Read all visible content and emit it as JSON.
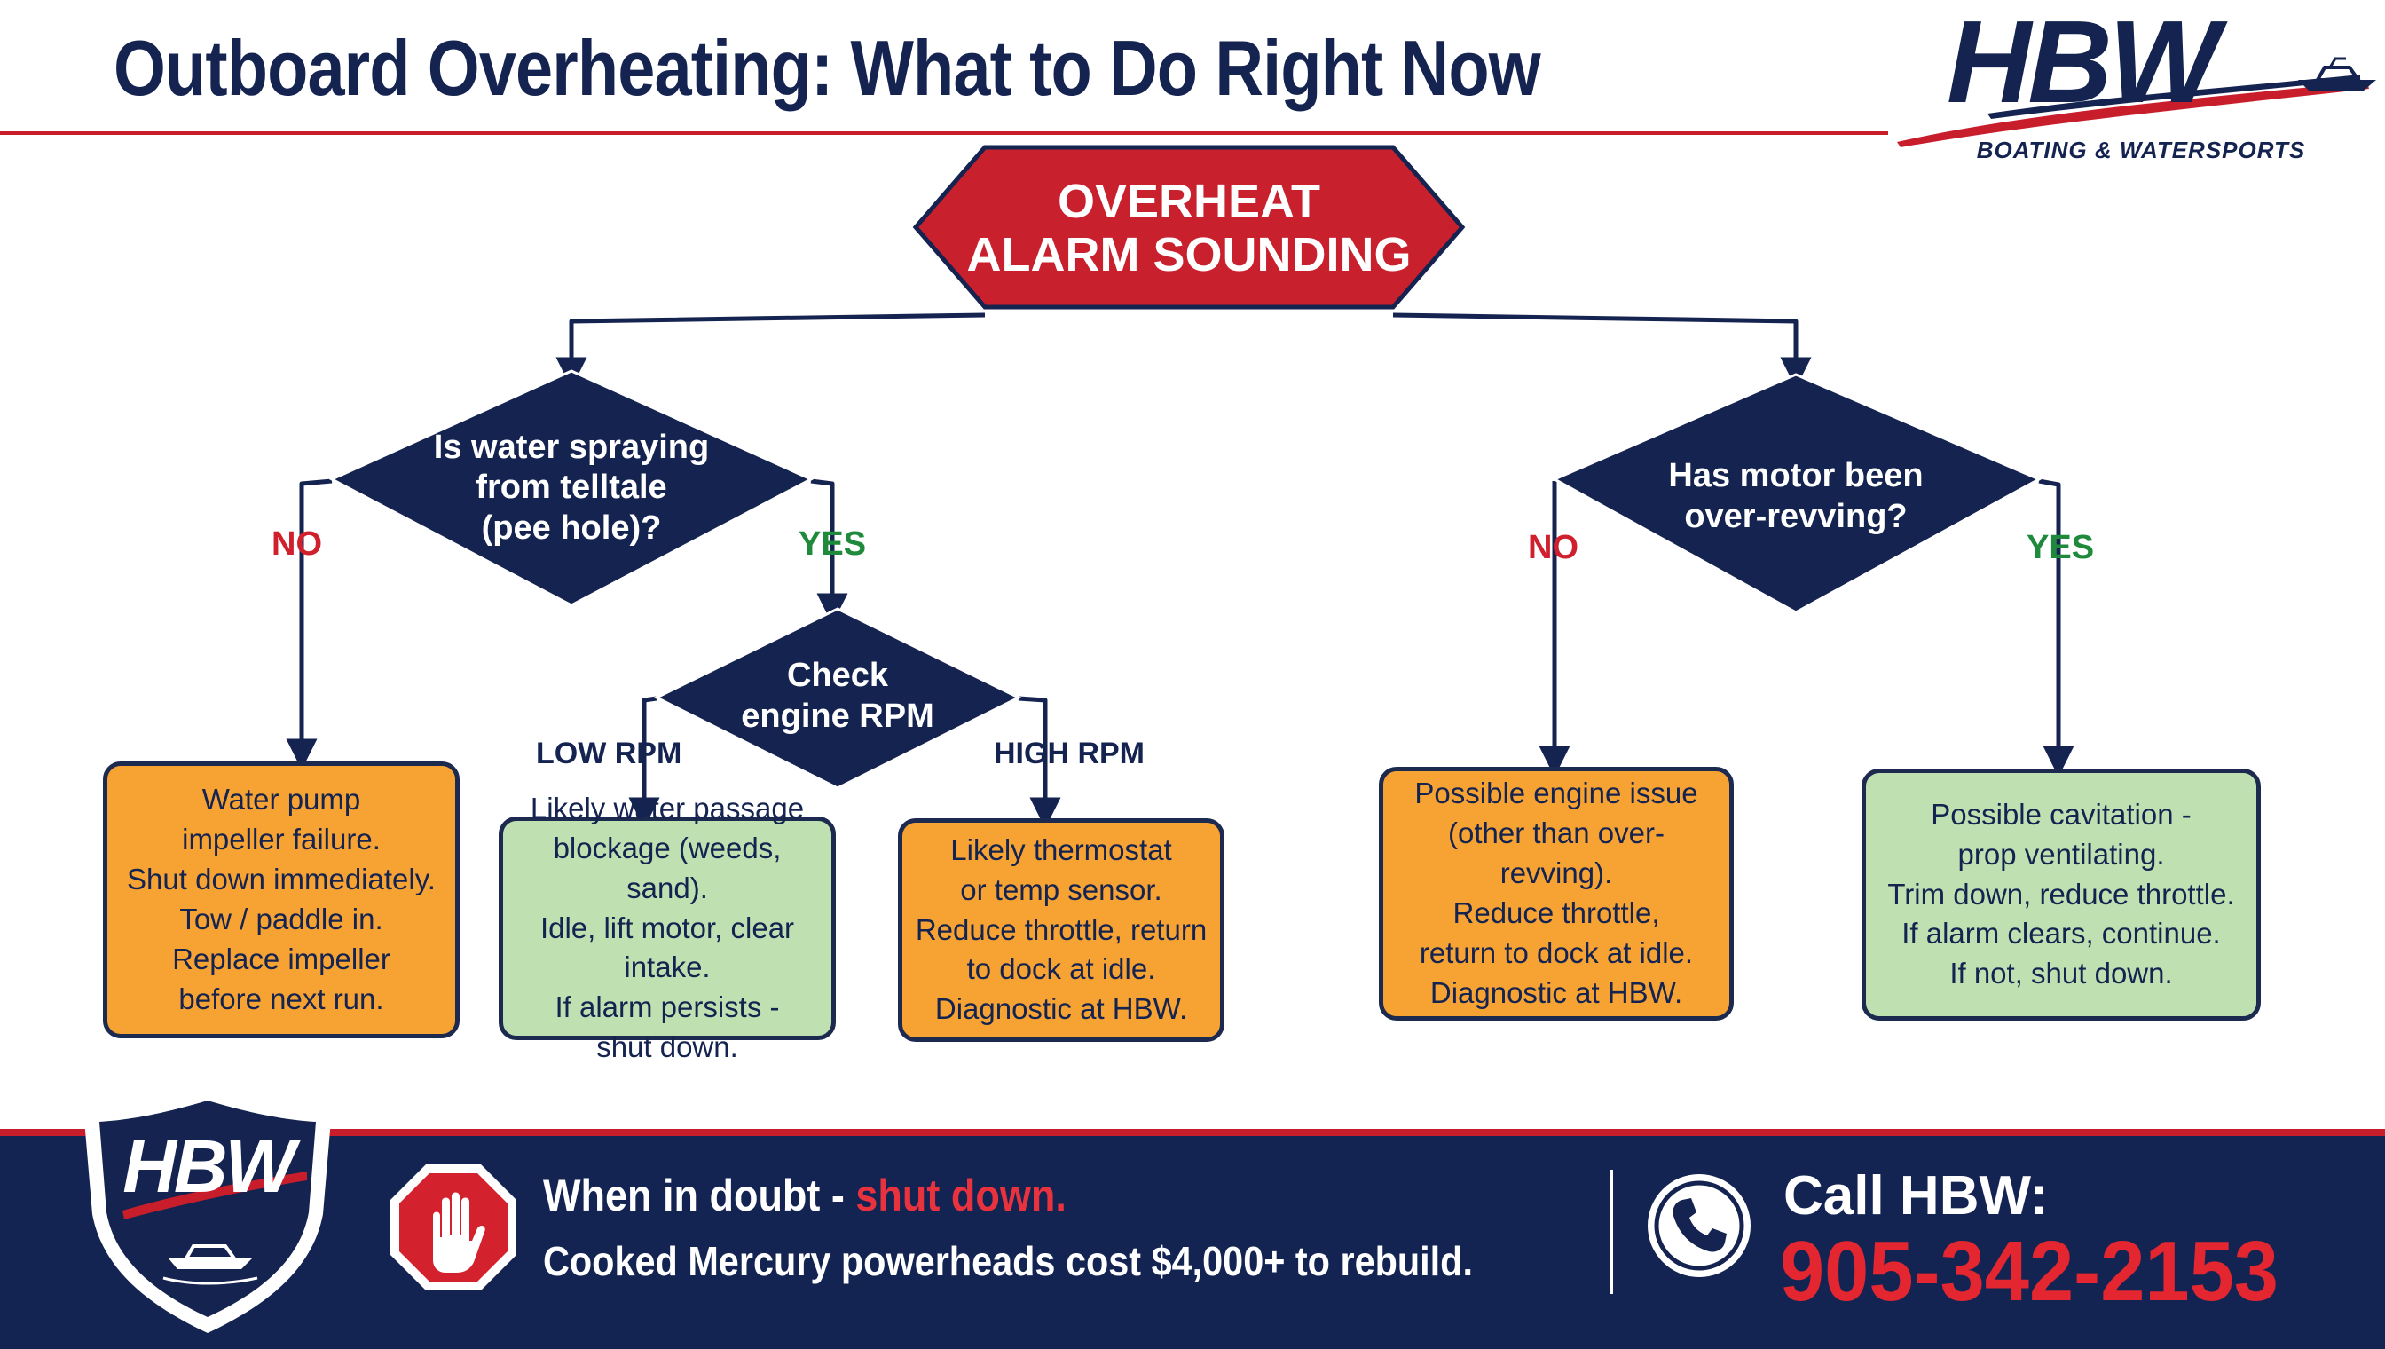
{
  "header": {
    "title": "Outboard Overheating: What to Do Right Now",
    "logo_text": "HBW",
    "logo_tagline": "BOATING & WATERSPORTS"
  },
  "flowchart": {
    "start": "OVERHEAT\nALARM SOUNDING",
    "left_question": "Is water spraying\nfrom telltale\n(pee hole)?",
    "left_no": "NO",
    "left_yes": "YES",
    "rpm_question": "Check\nengine RPM",
    "low_rpm": "LOW RPM",
    "high_rpm": "HIGH RPM",
    "right_question": "Has motor been\nover-revving?",
    "right_no": "NO",
    "right_yes": "YES",
    "outcomes": {
      "impeller": "Water pump\nimpeller failure.\nShut down immediately.\nTow / paddle in.\nReplace impeller\nbefore next run.",
      "blockage": "Likely water passage\nblockage (weeds, sand).\nIdle, lift motor, clear intake.\nIf alarm persists -\nshut down.",
      "thermostat": "Likely thermostat\nor temp sensor.\nReduce throttle, return\nto dock at idle.\nDiagnostic at HBW.",
      "engine_issue": "Possible engine issue\n(other than over-revving).\nReduce throttle,\nreturn to dock at idle.\nDiagnostic at HBW.",
      "cavitation": "Possible cavitation -\nprop ventilating.\nTrim down, reduce throttle.\nIf alarm clears, continue.\nIf not, shut down."
    }
  },
  "footer": {
    "shield_text": "HBW",
    "doubt_prefix": "When in doubt - ",
    "doubt_highlight": "shut down.",
    "cost_text": "Cooked Mercury powerheads cost $4,000+ to rebuild.",
    "call_label": "Call HBW:",
    "phone": "905-342-2153"
  },
  "colors": {
    "navy": "#14234f",
    "red": "#d0202e",
    "green": "#1f8a3c",
    "orange_box": "#f7a334",
    "green_box": "#bfe0b1"
  },
  "icons": [
    "boat-icon",
    "stop-hand-icon",
    "phone-icon",
    "shield-logo-icon"
  ]
}
